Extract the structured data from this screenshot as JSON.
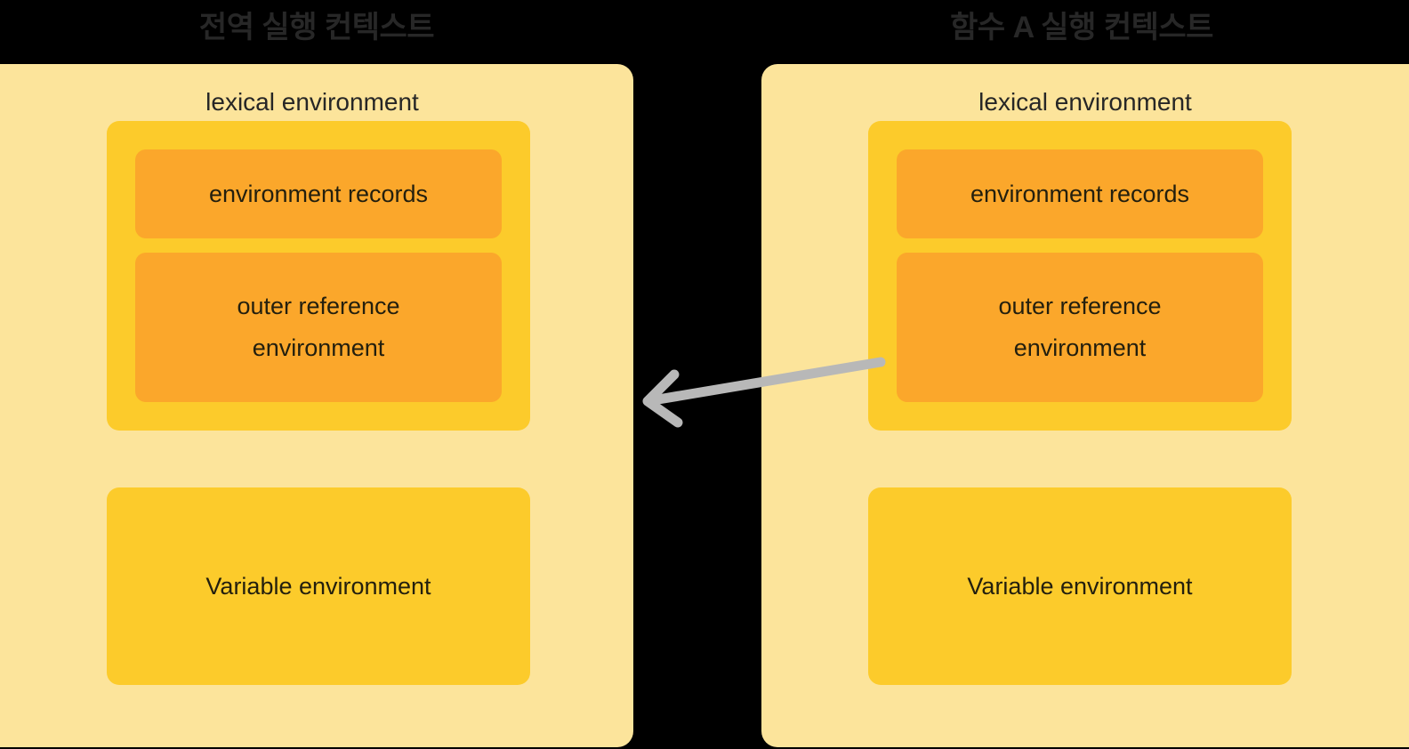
{
  "diagram": {
    "title_left": "전역 실행 컨텍스트",
    "title_right": "함수 A 실행 컨텍스트",
    "lexical_label": "lexical environment",
    "environment_records_label": "environment records",
    "outer_reference_line1": "outer reference",
    "outer_reference_line2": "environment",
    "variable_environment_label": "Variable environment",
    "arrow": {
      "name": "outer-reference-link-arrow",
      "direction": "left",
      "from": "함수 A 실행 컨텍스트 / outer reference environment",
      "to": "전역 실행 컨텍스트"
    },
    "colors": {
      "background": "#000000",
      "title_text": "#272727",
      "panel": "#FCE49B",
      "lexical_box": "#FCCB2B",
      "inner_slot": "#FBA72B",
      "box_text": "#231F0E",
      "arrow": "#B8B8B8"
    }
  }
}
